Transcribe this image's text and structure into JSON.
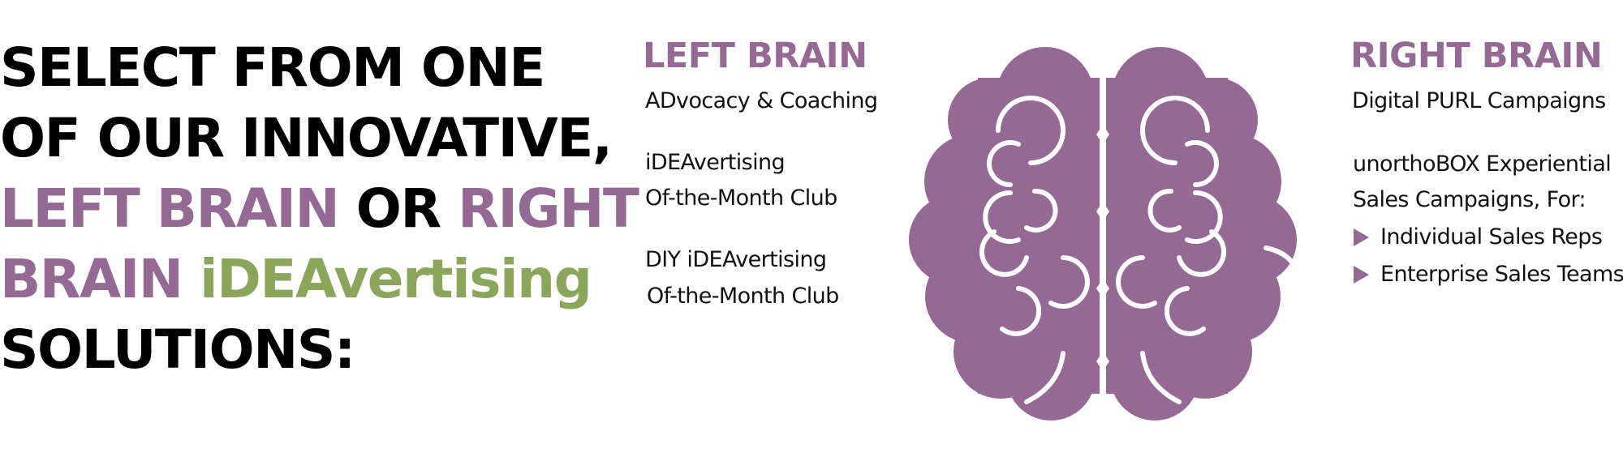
{
  "headline": {
    "line1": "SELECT FROM ONE",
    "line2": "OF OUR INNOVATIVE,",
    "line3_part1": "LEFT BRAIN",
    "line3_part2": "OR",
    "line3_part3": "RIGHT",
    "line4_part1": "BRAIN",
    "line4_part2": "iDEAvertising",
    "line5": "SOLUTIONS:"
  },
  "left_brain": {
    "title": "LEFT BRAIN",
    "item1": "ADvocacy & Coaching",
    "item2_line1": "iDEAvertising",
    "item2_line2": "Of-the-Month Club",
    "item3_line1": "DIY iDEAvertising",
    "item3_line2": "Of-the-Month Club"
  },
  "right_brain": {
    "title": "RIGHT BRAIN",
    "item1": "Digital PURL Campaigns",
    "item2_line1": "unorthoBOX Experiential",
    "item2_line2": "Sales Campaigns, For:",
    "bullet1": "Individual Sales Reps",
    "bullet2": "Enterprise Sales Teams"
  },
  "colors": {
    "purple": "#946a95",
    "green": "#8ba65b",
    "text": "#000000"
  },
  "icons": {
    "brain": "brain-icon",
    "bullet": "triangle-right-icon"
  }
}
